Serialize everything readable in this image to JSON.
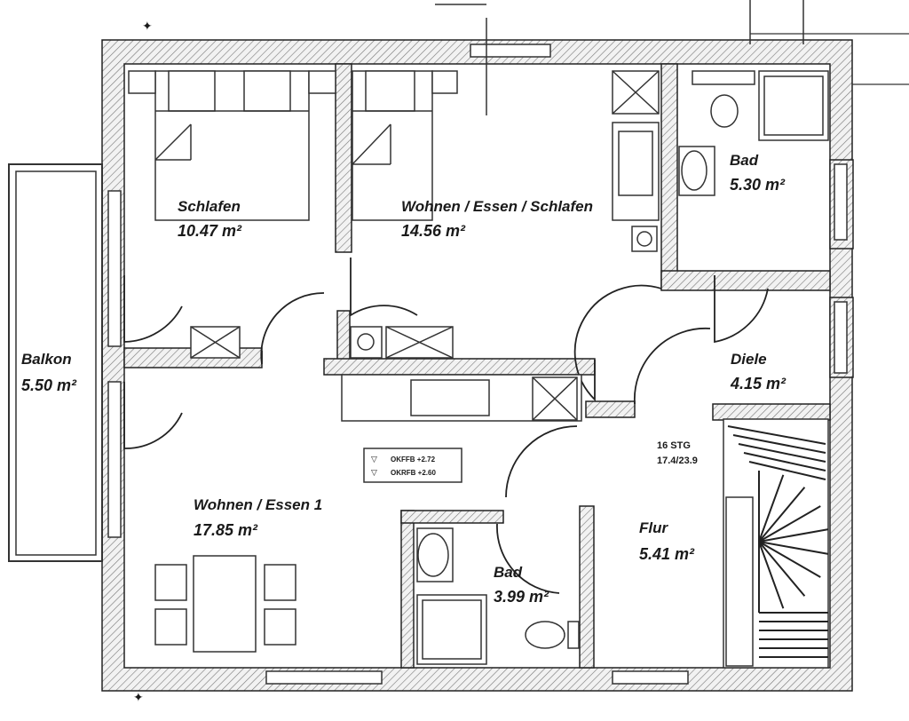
{
  "rooms": {
    "schlafen": {
      "name": "Schlafen",
      "area": "10.47 m²"
    },
    "wohnen_essen_schlafen": {
      "name": "Wohnen / Essen / Schlafen",
      "area": "14.56 m²"
    },
    "bad_top": {
      "name": "Bad",
      "area": "5.30 m²"
    },
    "balkon": {
      "name": "Balkon",
      "area": "5.50 m²"
    },
    "diele": {
      "name": "Diele",
      "area": "4.15 m²"
    },
    "wohnen_essen_1": {
      "name": "Wohnen / Essen 1",
      "area": "17.85 m²"
    },
    "flur": {
      "name": "Flur",
      "area": "5.41 m²"
    },
    "bad_bottom": {
      "name": "Bad",
      "area": "3.99 m²"
    }
  },
  "stairs": {
    "steps": "16 STG",
    "ratio": "17.4/23.9"
  },
  "level_marker": {
    "line1": "OKFFB +2.72",
    "line2": "OKRFB +2.60"
  }
}
